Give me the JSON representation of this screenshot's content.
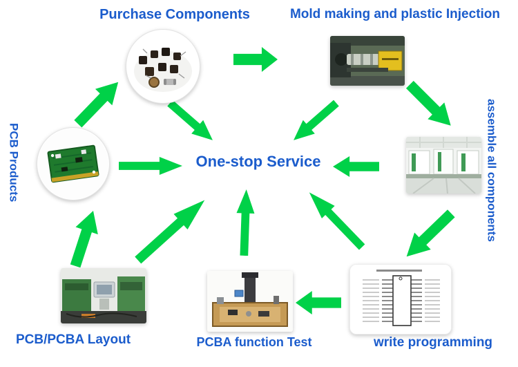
{
  "center": {
    "label": "One-stop Service"
  },
  "nodes": {
    "purchase": {
      "label": "Purchase Components"
    },
    "mold": {
      "label": "Mold making and plastic Injection"
    },
    "pcb_products": {
      "label": "PCB Products"
    },
    "assemble": {
      "label": "assemble all components"
    },
    "layout": {
      "label": "PCB/PCBA Layout"
    },
    "function_test": {
      "label": "PCBA function Test"
    },
    "programming": {
      "label": "write programming"
    }
  },
  "edges": [
    {
      "from": "PCB/PCBA Layout",
      "to": "PCB Products"
    },
    {
      "from": "PCB Products",
      "to": "Purchase Components"
    },
    {
      "from": "Purchase Components",
      "to": "Mold making and plastic Injection"
    },
    {
      "from": "Mold making and plastic Injection",
      "to": "assemble all components"
    },
    {
      "from": "assemble all components",
      "to": "write programming"
    },
    {
      "from": "write programming",
      "to": "PCBA function Test"
    },
    {
      "from": "Purchase Components",
      "to": "One-stop Service"
    },
    {
      "from": "Mold making and plastic Injection",
      "to": "One-stop Service"
    },
    {
      "from": "assemble all components",
      "to": "One-stop Service"
    },
    {
      "from": "write programming",
      "to": "One-stop Service"
    },
    {
      "from": "PCBA function Test",
      "to": "One-stop Service"
    },
    {
      "from": "PCB/PCBA Layout",
      "to": "One-stop Service"
    },
    {
      "from": "PCB Products",
      "to": "One-stop Service"
    }
  ],
  "colors": {
    "arrow_green": "#00d148",
    "label_blue": "#1b5ccc",
    "outline_white": "#ffffff"
  }
}
